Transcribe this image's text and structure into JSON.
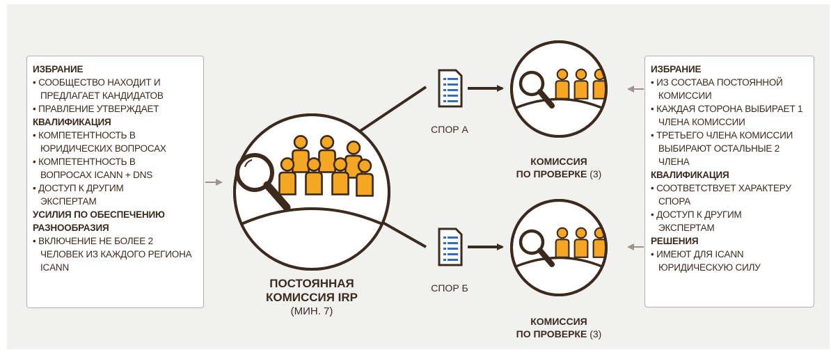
{
  "colors": {
    "dark_brown": "#3d2a1e",
    "orange": "#f5a623",
    "document_blue": "#2e6fc4",
    "box_border": "#b8aea6",
    "background": "#f1f1f0"
  },
  "left_panel": {
    "sections": [
      {
        "heading": "ИЗБРАНИЕ",
        "items": [
          "• СООБЩЕСТВО НАХОДИТ И ПРЕДЛАГАЕТ КАНДИДАТОВ",
          "• ПРАВЛЕНИЕ УТВЕРЖДАЕТ"
        ]
      },
      {
        "heading": "КВАЛИФИКАЦИЯ",
        "items": [
          "• КОМПЕТЕНТНОСТЬ В ЮРИДИЧЕСКИХ ВОПРОСАХ",
          "• КОМПЕТЕНТНОСТЬ В ВОПРОСАХ ICANN + DNS",
          "• ДОСТУП К ДРУГИМ ЭКСПЕРТАМ"
        ]
      },
      {
        "heading": "УСИЛИЯ ПО ОБЕСПЕЧЕНИЮ РАЗНООБРАЗИЯ",
        "items": [
          "• ВКЛЮЧЕНИЕ НЕ БОЛЕЕ 2 ЧЕЛОВЕК ИЗ КАЖДОГО РЕГИОНА ICANN"
        ]
      }
    ]
  },
  "right_panel": {
    "sections": [
      {
        "heading": "ИЗБРАНИЕ",
        "items": [
          "• ИЗ СОСТАВА ПОСТОЯННОЙ КОМИССИИ",
          "• КАЖДАЯ СТОРОНА ВЫБИРАЕТ 1 ЧЛЕНА КОМИССИИ",
          "• ТРЕТЬЕГО ЧЛЕНА КОМИССИИ ВЫБИРАЮТ ОСТАЛЬНЫЕ 2 ЧЛЕНА"
        ]
      },
      {
        "heading": "КВАЛИФИКАЦИЯ",
        "items": [
          "• СООТВЕТСТВУЕТ ХАРАКТЕРУ СПОРА",
          "• ДОСТУП К ДРУГИМ ЭКСПЕРТАМ"
        ]
      },
      {
        "heading": "РЕШЕНИЯ",
        "items": [
          "• ИМЕЮТ ДЛЯ ICANN ЮРИДИЧЕСКУЮ СИЛУ"
        ]
      }
    ]
  },
  "standing_panel": {
    "line1": "ПОСТОЯННАЯ",
    "line2": "КОМИССИЯ IRP",
    "note": "(МИН. 7)"
  },
  "dispute_a": "СПОР А",
  "dispute_b": "СПОР Б",
  "review_panel": {
    "line1": "КОМИССИЯ",
    "line2": "ПО ПРОВЕРКЕ",
    "count": "(3)"
  }
}
